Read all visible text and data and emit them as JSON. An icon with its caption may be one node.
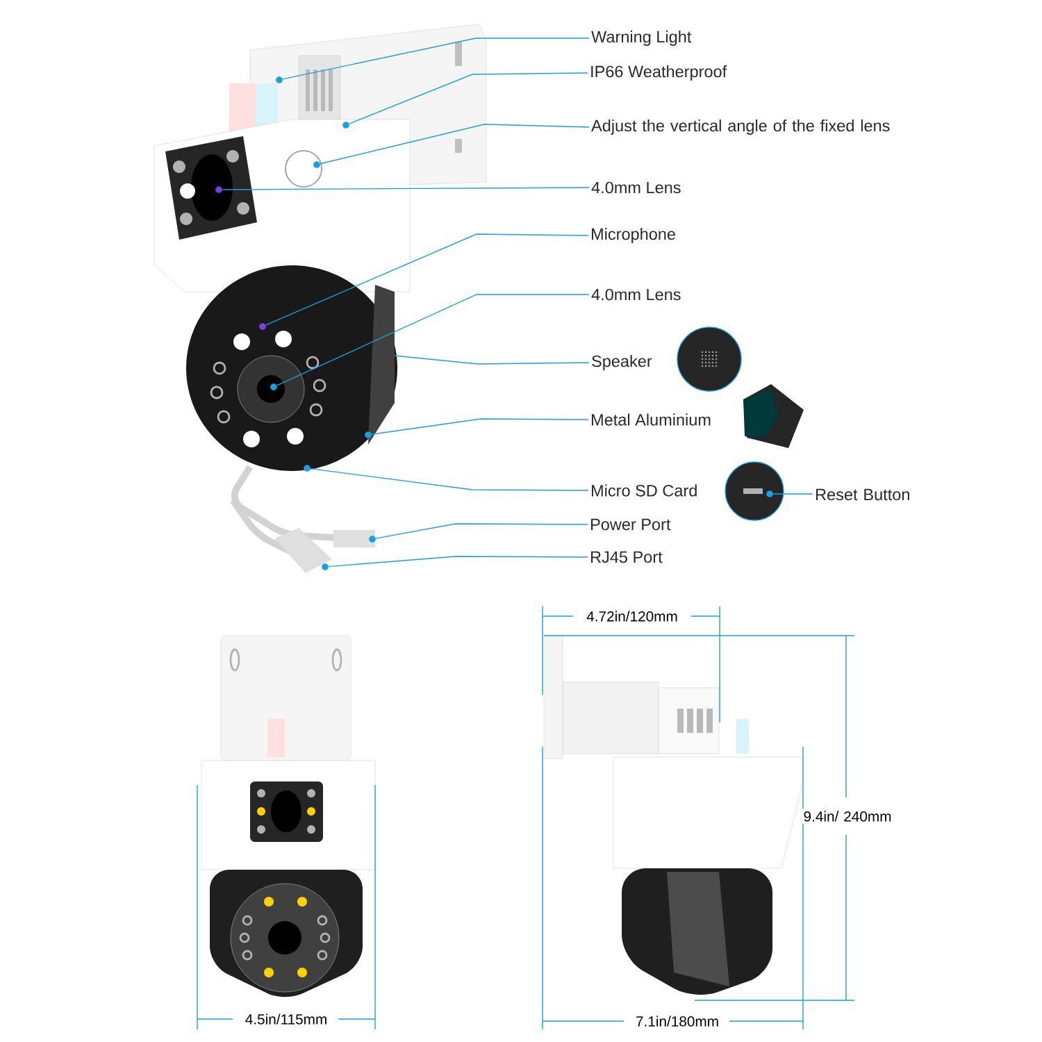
{
  "diagram": {
    "nodes": [
      {
        "text": [
          "Warning Light"
        ]
      },
      {
        "text": [
          "IP66 Weatherproof"
        ]
      },
      {
        "text": [
          "Adjust the vertical angle of the fixed lens"
        ]
      },
      {
        "text": [
          "4.0mm Lens"
        ]
      },
      {
        "text": [
          "Microphone"
        ]
      },
      {
        "text": [
          "4.0mm Lens"
        ]
      },
      {
        "text": [
          "Speaker"
        ]
      },
      {
        "text": [
          "Metal Aluminium"
        ]
      },
      {
        "text": [
          "Micro SD Card"
        ]
      },
      {
        "text": [
          "Power Port"
        ]
      },
      {
        "text": [
          "RJ45 Port"
        ]
      },
      {
        "text": [
          "Reset Button"
        ]
      },
      {
        "text": [],
        "shape": "circle"
      },
      {
        "text": [],
        "shape": "circle"
      },
      {
        "text": [],
        "shape": "circle"
      },
      {
        "text": [],
        "shape": "circle"
      },
      {
        "text": [],
        "shape": "circle"
      },
      {
        "text": [],
        "shape": "circle"
      },
      {
        "text": [],
        "shape": "circle"
      },
      {
        "text": [],
        "shape": "circle"
      },
      {
        "text": [],
        "shape": "circle"
      },
      {
        "text": [],
        "shape": "circle"
      },
      {
        "text": [],
        "shape": "circle"
      }
    ],
    "edges": [
      {
        "from": 0,
        "to": 12,
        "arrow": "none"
      },
      {
        "from": 1,
        "to": 13,
        "arrow": "none"
      },
      {
        "from": 2,
        "to": 14,
        "arrow": "none"
      },
      {
        "from": 3,
        "to": 15,
        "arrow": "none"
      },
      {
        "from": 4,
        "to": 16,
        "arrow": "none"
      },
      {
        "from": 5,
        "to": 17,
        "arrow": "none"
      },
      {
        "from": 6,
        "to": null,
        "arrow": "none"
      },
      {
        "from": 7,
        "to": 18,
        "arrow": "none"
      },
      {
        "from": 8,
        "to": 19,
        "arrow": "none"
      },
      {
        "from": 9,
        "to": 20,
        "arrow": "none"
      },
      {
        "from": 10,
        "to": 21,
        "arrow": "none"
      },
      {
        "from": 11,
        "to": 22,
        "arrow": "none"
      }
    ],
    "labels": [
      "4.72in/120mm",
      "9.4in/ 240mm",
      "4.5in/115mm",
      "7.1in/180mm"
    ]
  }
}
